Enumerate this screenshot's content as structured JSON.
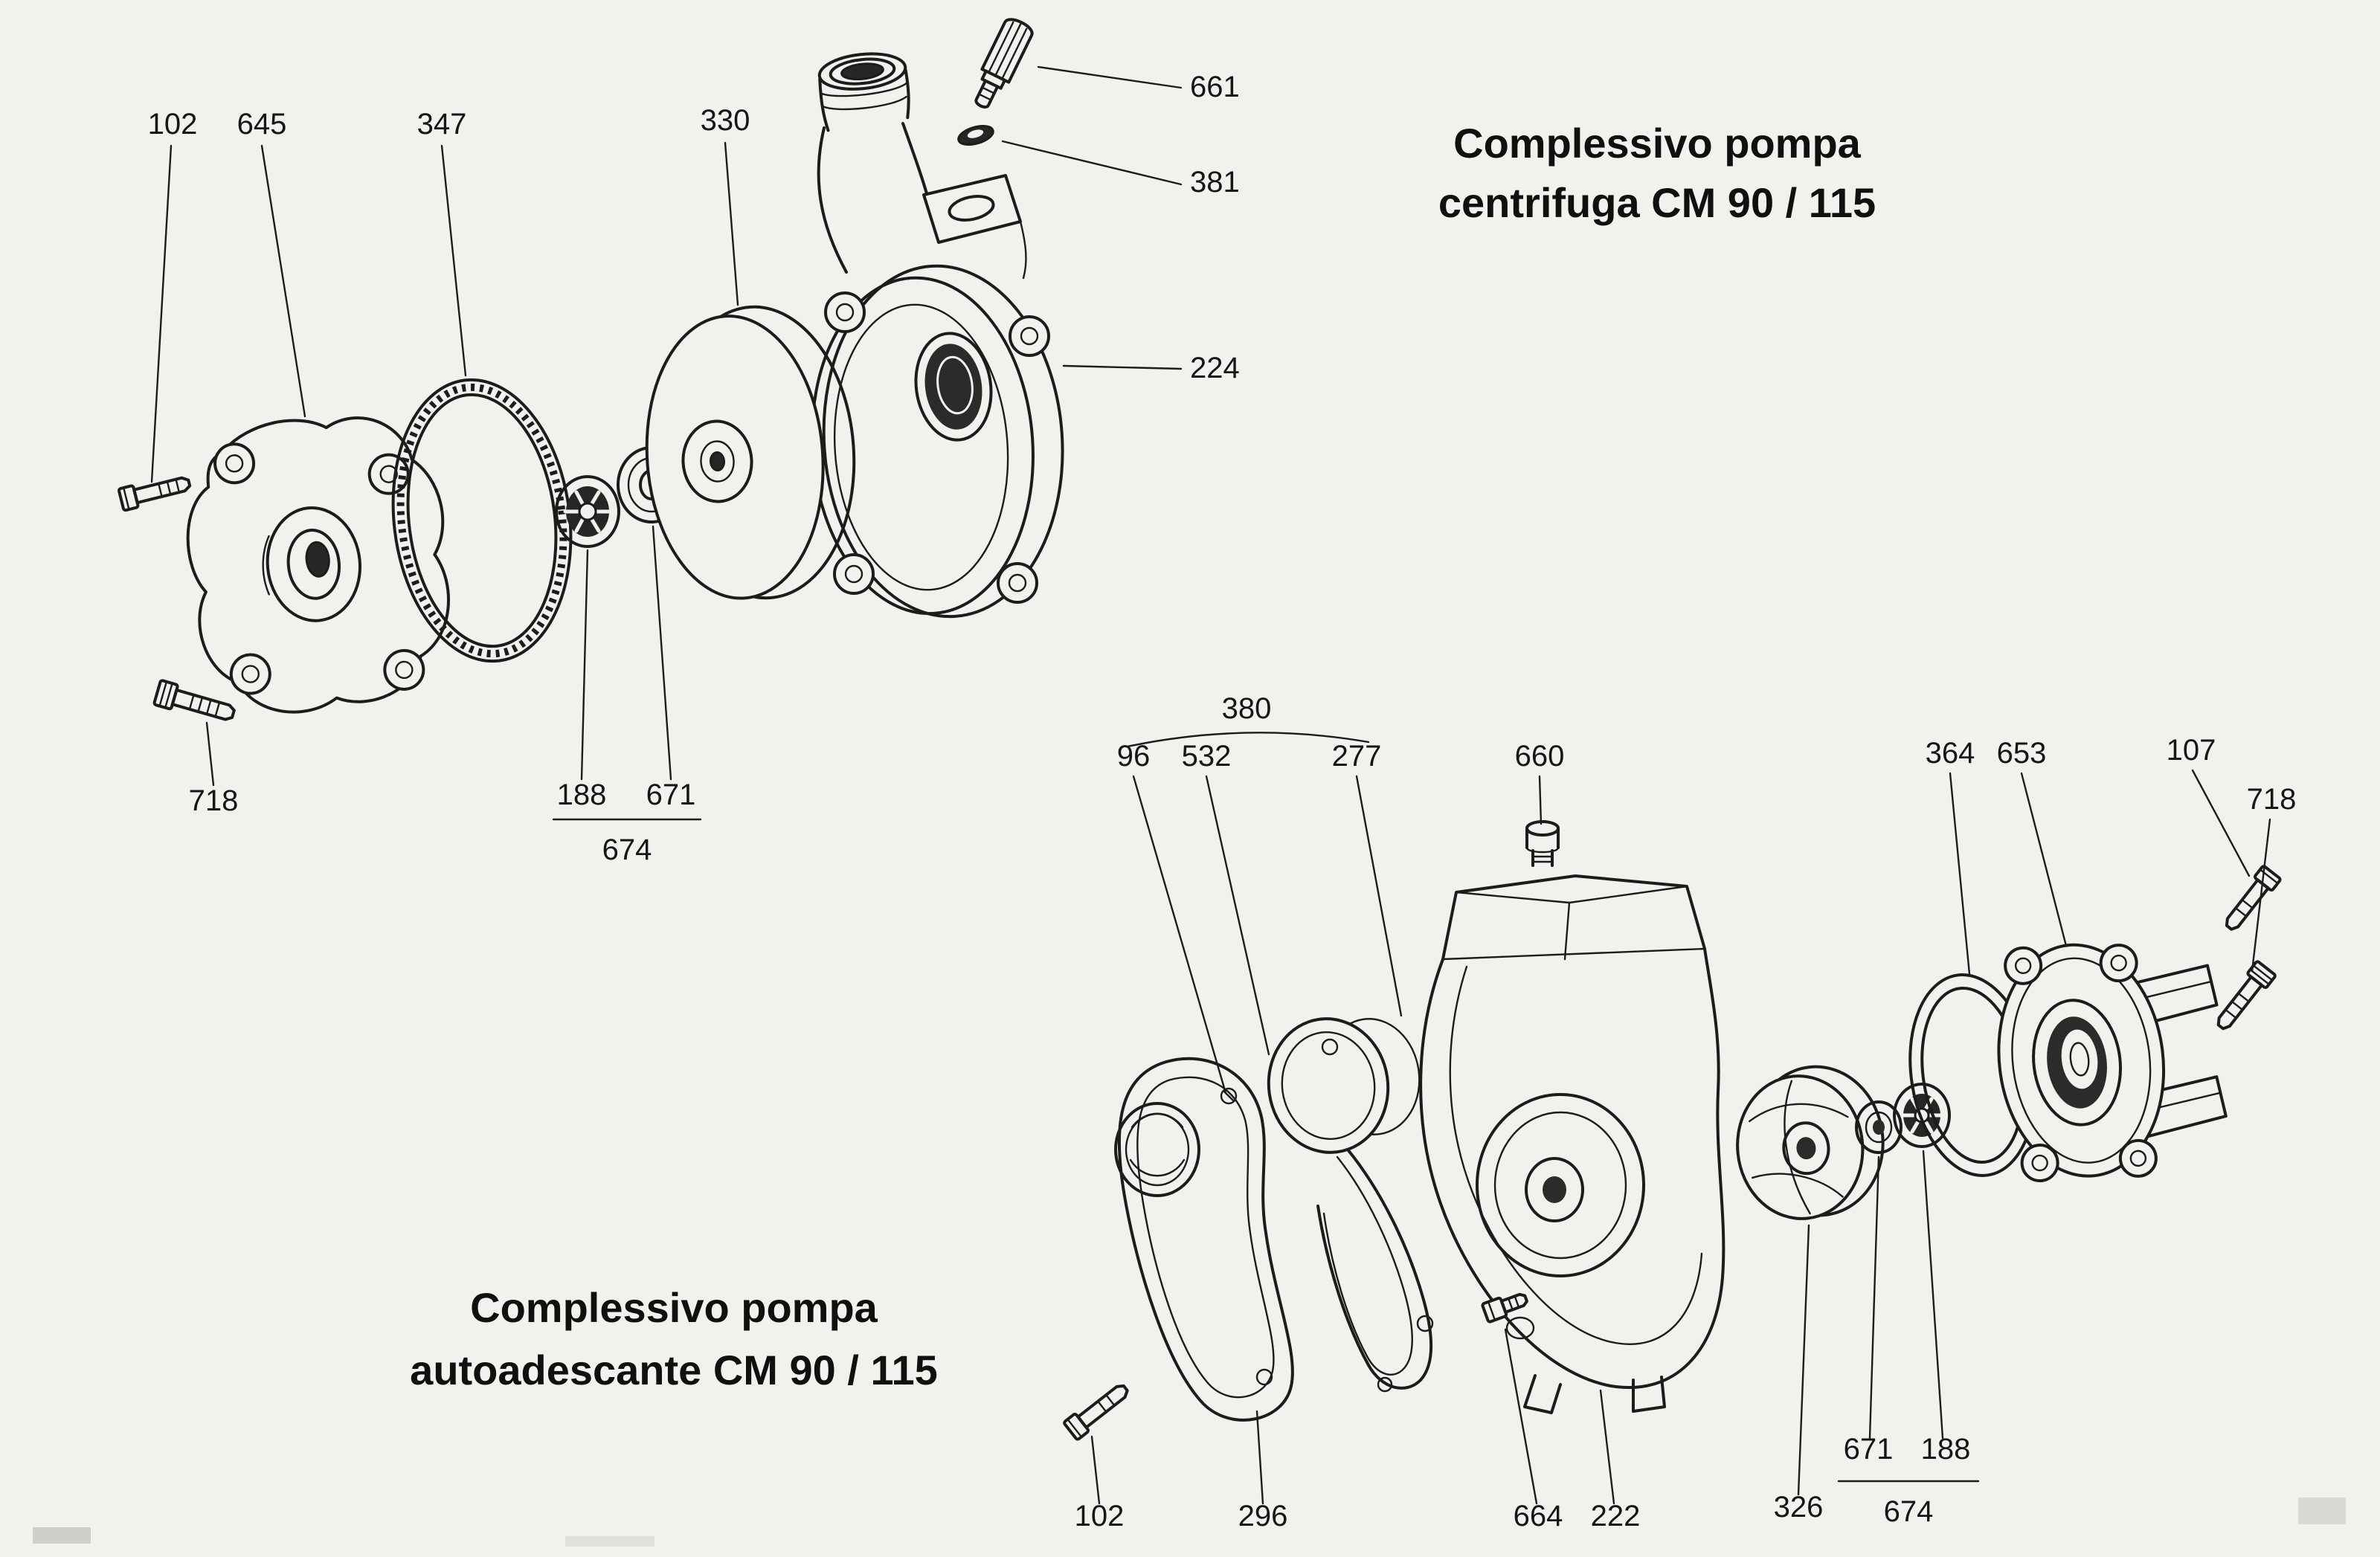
{
  "diagram": {
    "title_centrifugal": {
      "line1": "Complessivo pompa",
      "line2": "centrifuga CM 90 / 115"
    },
    "title_self_priming": {
      "line1": "Complessivo pompa",
      "line2": "autoadescante CM 90 / 115"
    }
  },
  "centrifugal": {
    "callouts": [
      {
        "part": "102"
      },
      {
        "part": "645"
      },
      {
        "part": "347"
      },
      {
        "part": "330"
      },
      {
        "part": "661"
      },
      {
        "part": "381"
      },
      {
        "part": "224"
      },
      {
        "part": "718"
      },
      {
        "part": "188"
      },
      {
        "part": "671"
      },
      {
        "part": "674"
      }
    ]
  },
  "self_priming": {
    "callouts": [
      {
        "part": "380"
      },
      {
        "part": "96"
      },
      {
        "part": "532"
      },
      {
        "part": "277"
      },
      {
        "part": "660"
      },
      {
        "part": "364"
      },
      {
        "part": "653"
      },
      {
        "part": "107"
      },
      {
        "part": "718"
      },
      {
        "part": "102"
      },
      {
        "part": "296"
      },
      {
        "part": "664"
      },
      {
        "part": "222"
      },
      {
        "part": "326"
      },
      {
        "part": "671"
      },
      {
        "part": "188"
      },
      {
        "part": "674"
      }
    ]
  },
  "colors": {
    "ink": "#1c1c1c",
    "paper": "#f2f1ee"
  }
}
